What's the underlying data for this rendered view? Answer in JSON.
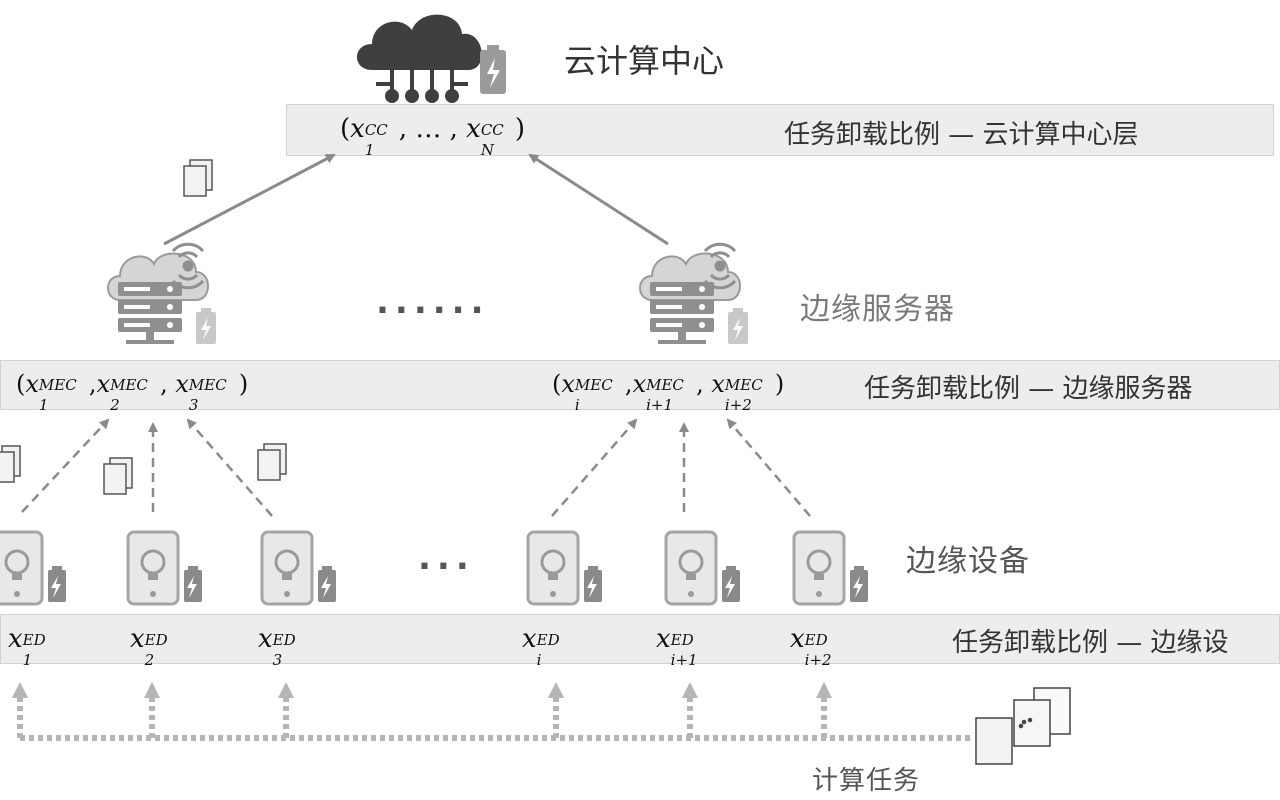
{
  "cloud_layer": {
    "title": "云计算中心",
    "band_label": "任务卸载比例 — 云计算中心层",
    "vars": {
      "prefix": "(",
      "x": "x",
      "sub1": "1",
      "sup": "CC",
      "mid": ", … , ",
      "subN": "N",
      "suffix": ")"
    }
  },
  "mec_layer": {
    "title": "边缘服务器",
    "band_label": "任务卸载比例 — 边缘服务器",
    "ellipsis": "......",
    "group1": [
      {
        "sub": "1",
        "sup": "MEC"
      },
      {
        "sub": "2",
        "sup": "MEC"
      },
      {
        "sub": "3",
        "sup": "MEC"
      }
    ],
    "group2": [
      {
        "sub": "i",
        "sup": "MEC"
      },
      {
        "sub": "i+1",
        "sup": "MEC"
      },
      {
        "sub": "i+2",
        "sup": "MEC"
      }
    ]
  },
  "ed_layer": {
    "title": "边缘设备",
    "band_label": "任务卸载比例 — 边缘设",
    "ellipsis": "...",
    "vars": [
      {
        "sub": "1",
        "sup": "ED"
      },
      {
        "sub": "2",
        "sup": "ED"
      },
      {
        "sub": "3",
        "sup": "ED"
      },
      {
        "sub": "i",
        "sup": "ED"
      },
      {
        "sub": "i+1",
        "sup": "ED"
      },
      {
        "sub": "i+2",
        "sup": "ED"
      }
    ]
  },
  "tasks": {
    "label": "计算任务"
  },
  "colors": {
    "band": "#ededed",
    "arrow": "#8a8a8a",
    "icon": "#9a9a9a",
    "dark_icon": "#3f3f3f"
  }
}
